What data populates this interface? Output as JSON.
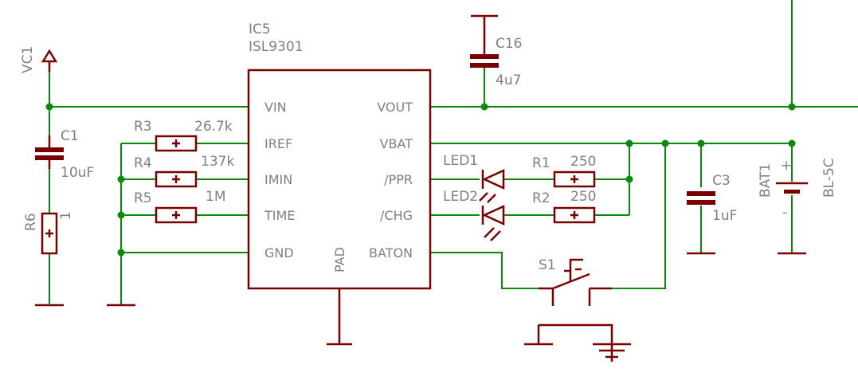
{
  "ic": {
    "ref": "IC5",
    "value": "ISL9301",
    "pins_left": [
      "VIN",
      "IREF",
      "IMIN",
      "TIME",
      "GND"
    ],
    "pins_right": [
      "VOUT",
      "VBAT",
      "/PPR",
      "/CHG",
      "BATON"
    ],
    "pad": "PAD"
  },
  "vc1": "VC1",
  "c1": {
    "ref": "C1",
    "value": "10uF"
  },
  "r6": {
    "ref": "R6",
    "value": "1"
  },
  "r3": {
    "ref": "R3",
    "value": "26.7k"
  },
  "r4": {
    "ref": "R4",
    "value": "137k"
  },
  "r5": {
    "ref": "R5",
    "value": "1M"
  },
  "c16": {
    "ref": "C16",
    "value": "4u7"
  },
  "led1": "LED1",
  "led2": "LED2",
  "r1": {
    "ref": "R1",
    "value": "250"
  },
  "r2": {
    "ref": "R2",
    "value": "250"
  },
  "c3": {
    "ref": "C3",
    "value": "1uF"
  },
  "bat1": {
    "ref": "BAT1",
    "value": "BL-5C",
    "plus": "+",
    "minus": "-"
  },
  "s1": "S1",
  "colors": {
    "wire": "#0a8a0a",
    "part": "#7a0000",
    "text": "#808080"
  }
}
